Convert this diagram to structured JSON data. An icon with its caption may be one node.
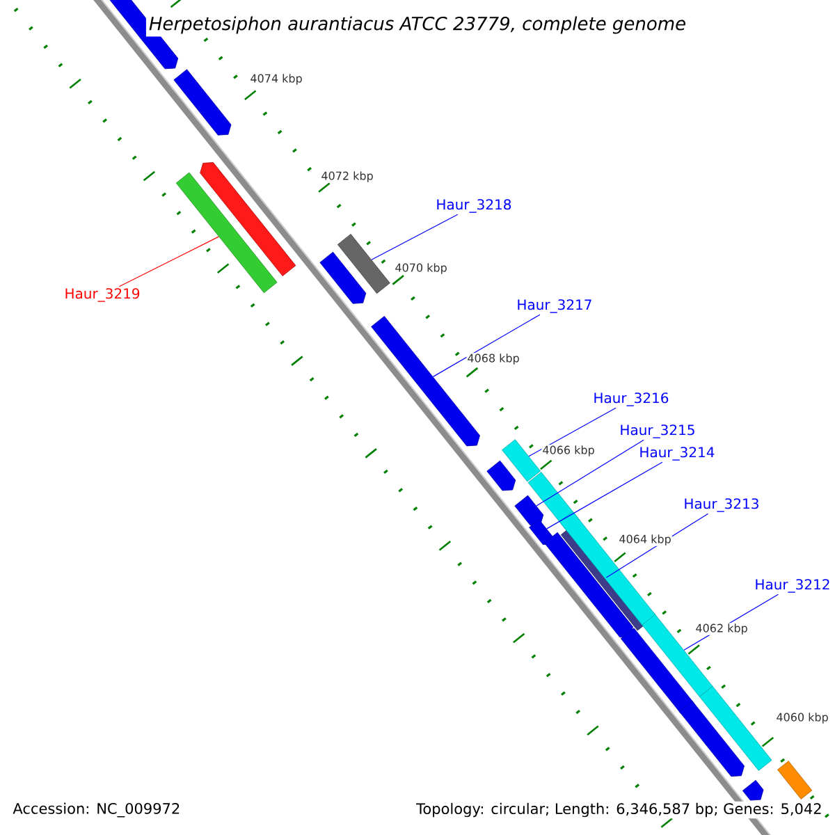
{
  "diagram": {
    "title": "Herpetosiphon aurantiacus ATCC 23779, complete genome",
    "nodes": [
      {
        "text": [
          "Haur_3218"
        ]
      },
      {
        "text": [],
        "shape": "bar"
      },
      {
        "text": [
          "Haur_3219"
        ]
      },
      {
        "text": [],
        "shape": "bar"
      },
      {
        "text": [
          "Haur_3217"
        ]
      },
      {
        "text": [],
        "shape": "arrow"
      },
      {
        "text": [
          "Haur_3216"
        ]
      },
      {
        "text": [],
        "shape": "bar"
      },
      {
        "text": [
          "Haur_3215"
        ]
      },
      {
        "text": [],
        "shape": "arrow"
      },
      {
        "text": [
          "Haur_3214"
        ]
      },
      {
        "text": [],
        "shape": "arrow"
      },
      {
        "text": [
          "Haur_3213"
        ]
      },
      {
        "text": [],
        "shape": "bar"
      },
      {
        "text": [
          "Haur_3212"
        ]
      },
      {
        "text": [],
        "shape": "bar"
      },
      {
        "text": [],
        "shape": "arrow"
      },
      {
        "text": [],
        "shape": "arrow"
      },
      {
        "text": [],
        "shape": "arrow"
      },
      {
        "text": [],
        "shape": "arrow"
      },
      {
        "text": [],
        "shape": "arrow"
      },
      {
        "text": [],
        "shape": "bar"
      },
      {
        "text": [],
        "shape": "bar"
      },
      {
        "text": [],
        "shape": "arrow"
      },
      {
        "text": [],
        "shape": "arrow"
      },
      {
        "text": [],
        "shape": "arrow"
      },
      {
        "text": [],
        "shape": "bar"
      },
      {
        "text": [],
        "shape": "arrow"
      },
      {
        "text": [],
        "shape": "bar"
      }
    ],
    "edges": [
      {
        "from": 0,
        "to": 1,
        "arrow": "none"
      },
      {
        "from": 2,
        "to": 3,
        "arrow": "none",
        "color": "#ff0000"
      },
      {
        "from": 4,
        "to": 5,
        "arrow": "none"
      },
      {
        "from": 6,
        "to": 7,
        "arrow": "none"
      },
      {
        "from": 8,
        "to": 9,
        "arrow": "none"
      },
      {
        "from": 10,
        "to": 11,
        "arrow": "none"
      },
      {
        "from": 12,
        "to": 13,
        "arrow": "none"
      },
      {
        "from": 14,
        "to": 15,
        "arrow": "none"
      }
    ],
    "labels": [
      "4074 kbp",
      "4072 kbp",
      "4070 kbp",
      "4068 kbp",
      "4066 kbp",
      "4064 kbp",
      "4062 kbp",
      "4060 kbp",
      "Accession: NC_009972",
      "Topology: circular; Length: 6,346,587 bp; Genes: 5,042"
    ]
  }
}
